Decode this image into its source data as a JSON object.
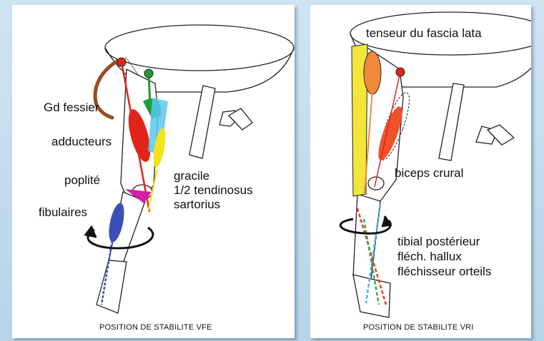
{
  "left_panel": {
    "labels": {
      "gd_fessier": "Gd fessier",
      "adducteurs": "adducteurs",
      "poplite": "poplité",
      "fibulaires": "fibulaires",
      "gracile": "gracile",
      "tendinosus": "1/2 tendinosus",
      "sartorius": "sartorius"
    },
    "caption": "POSITION DE STABILITE VFE"
  },
  "right_panel": {
    "labels": {
      "tenseur": "tenseur du fascia lata",
      "biceps": "biceps crural",
      "tibial": "tibial postérieur",
      "flech_hallux": "fléch. hallux",
      "flechisseur": "fléchisseur orteils"
    },
    "caption": "POSITION DE STABILITE VRI"
  },
  "colors": {
    "background": "#bcd8ea",
    "glute": "#9a4a22",
    "adductor": "#e2231a",
    "gracile_group": "#1f9a3c",
    "sartorius_group": "#f3e21b",
    "semitendinosus": "#5bc8ee",
    "popliteus": "#d51fa8",
    "fibular": "#3a4fb8",
    "tfl_band": "#f4e53a",
    "tfl_muscle": "#f08a3a",
    "biceps": "#f0532a",
    "tibial_post": "#3cb6e0",
    "flex_hallux": "#e23a2a",
    "flex_digit": "#3aa65a"
  },
  "icons": [
    "rotation-arrow-icon",
    "hip-point-icon"
  ]
}
